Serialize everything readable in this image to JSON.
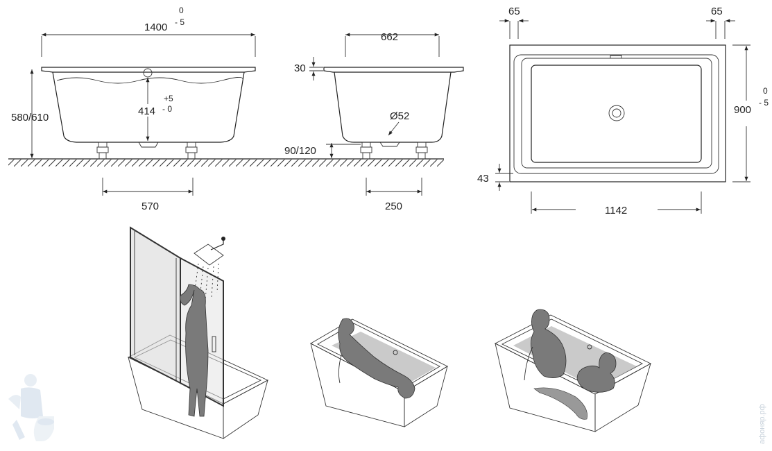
{
  "front_view": {
    "width": "1400",
    "width_tol_upper": "0",
    "width_tol_lower": "- 5",
    "height": "580/610",
    "depth": "414",
    "depth_tol_upper": "+5",
    "depth_tol_lower": "- 0",
    "leg_spacing": "570"
  },
  "side_view": {
    "width": "662",
    "rim": "30",
    "drain": "Ø52",
    "leg_height": "90/120",
    "leg_spacing": "250"
  },
  "top_view": {
    "rim_left": "65",
    "rim_right": "65",
    "width": "900",
    "width_tol_upper": "0",
    "width_tol_lower": "- 5",
    "inner_length": "1142",
    "rim_bottom": "43"
  },
  "watermark": "афоняр.рф"
}
